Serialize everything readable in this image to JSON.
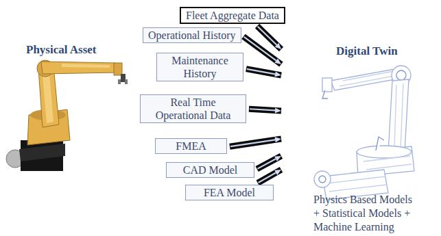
{
  "diagram": {
    "nodes": [
      {
        "text": [
          "Fleet Aggregate Data"
        ]
      },
      {
        "text": [
          "Operational History"
        ]
      },
      {
        "text": [
          "Maintenance History"
        ]
      },
      {
        "text": [
          "Real Time Operational Data"
        ]
      },
      {
        "text": [
          "FMEA"
        ]
      },
      {
        "text": [
          "CAD Model"
        ]
      },
      {
        "text": [
          "FEA Model"
        ]
      },
      {
        "text": [
          "Digital Twin",
          "Physics Based Models + Statistical Models + Machine Learning"
        ]
      }
    ],
    "edges": [
      {
        "from": 0,
        "to": 7,
        "arrow": "to"
      },
      {
        "from": 1,
        "to": 7,
        "arrow": "to"
      },
      {
        "from": 2,
        "to": 7,
        "arrow": "to"
      },
      {
        "from": 3,
        "to": 7,
        "arrow": "to"
      },
      {
        "from": 4,
        "to": 7,
        "arrow": "to"
      },
      {
        "from": 5,
        "to": 7,
        "arrow": "to"
      },
      {
        "from": 6,
        "to": 7,
        "arrow": "to"
      }
    ],
    "labels": [
      "Physical Asset"
    ]
  }
}
